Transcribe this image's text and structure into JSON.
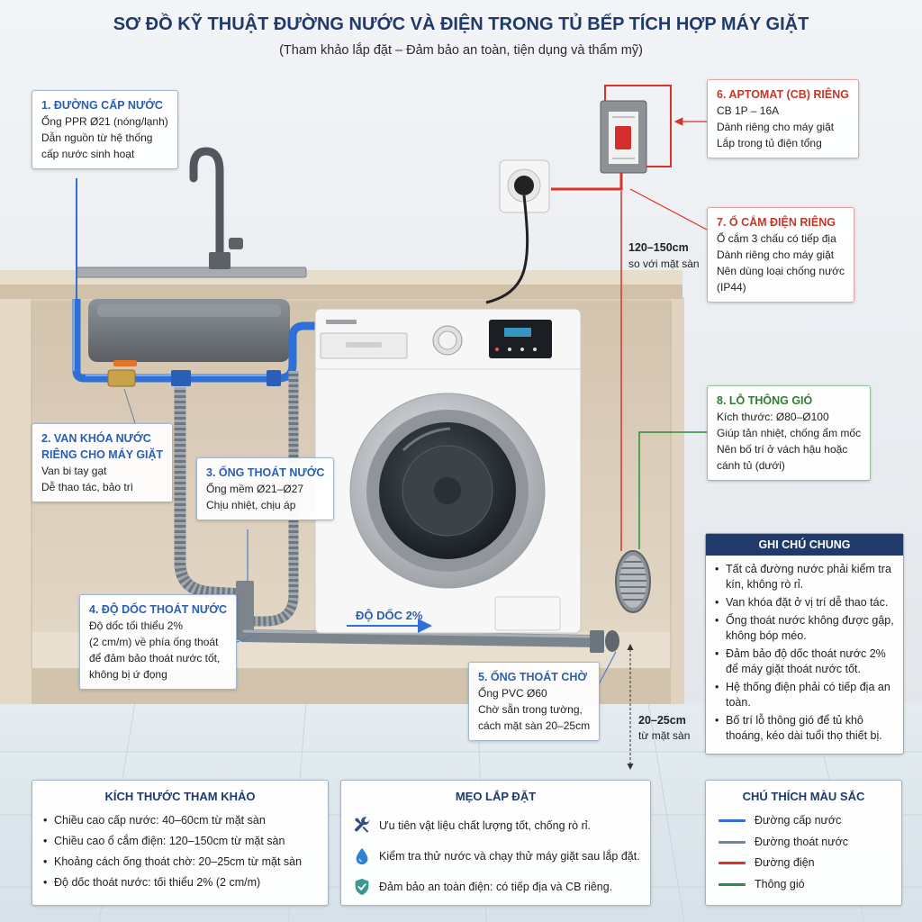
{
  "title": "SƠ ĐỒ KỸ THUẬT ĐƯỜNG NƯỚC VÀ ĐIỆN TRONG TỦ BẾP TÍCH HỢP MÁY GIẶT",
  "subtitle": "(Tham khảo lắp đặt – Đảm bảo an toàn, tiện dụng và thẩm mỹ)",
  "callouts": {
    "water_supply": {
      "title": "1. ĐƯỜNG CẤP NƯỚC",
      "lines": [
        "Ống PPR Ø21 (nóng/lạnh)",
        "Dẫn nguồn từ hệ thống",
        "cấp nước sinh hoạt"
      ]
    },
    "valve": {
      "title_lines": [
        "2. VAN KHÓA NƯỚC",
        "RIÊNG CHO MÁY GIẶT"
      ],
      "lines": [
        "Van bi tay gạt",
        "Dễ thao tác, bảo trì"
      ]
    },
    "drain_hose": {
      "title": "3. ỐNG THOÁT NƯỚC",
      "lines": [
        "Ống mềm Ø21–Ø27",
        "Chịu nhiệt, chịu áp"
      ]
    },
    "slope": {
      "title": "4. ĐỘ DỐC THOÁT NƯỚC",
      "lines": [
        "Độ dốc tối thiểu 2%",
        "(2 cm/m) về phía ống thoát",
        "để đảm bảo thoát nước tốt,",
        "không bị ứ đọng"
      ]
    },
    "standby_drain": {
      "title": "5. ỐNG THOÁT CHỜ",
      "lines": [
        "Ống PVC Ø60",
        "Chờ sẵn trong tường,",
        "cách mặt sàn 20–25cm"
      ]
    },
    "breaker": {
      "title": "6. APTOMAT (CB) RIÊNG",
      "lines": [
        "CB 1P – 16A",
        "Dành riêng cho máy giặt",
        "Lắp trong tủ điện tổng"
      ]
    },
    "socket": {
      "title": "7. Ổ CẮM ĐIỆN RIÊNG",
      "lines": [
        "Ổ cắm 3 chấu có tiếp địa",
        "Dành riêng cho máy giặt",
        "Nên dùng loại chống nước",
        "(IP44)"
      ]
    },
    "vent": {
      "title": "8. LỖ THÔNG GIÓ",
      "lines": [
        "Kích thước: Ø80–Ø100",
        "Giúp tản nhiệt, chống ẩm mốc",
        "Nên bố trí ở vách hậu hoặc",
        "cánh tủ (dưới)"
      ]
    }
  },
  "dimensions": {
    "socket_height": "120–150cm",
    "socket_height_ref": "so với mặt sàn",
    "drain_height": "20–25cm",
    "drain_height_ref": "từ mặt sàn",
    "slope_label": "ĐỘ DỐC 2%"
  },
  "general_notes": {
    "title": "GHI CHÚ CHUNG",
    "items": [
      "Tất cả đường nước phải kiểm tra kín, không rò rỉ.",
      "Van khóa đặt ở vị trí dễ thao tác.",
      "Ống thoát nước không được gập, không bóp méo.",
      "Đảm bảo độ dốc thoát nước 2% để máy giặt thoát nước tốt.",
      "Hệ thống điện phải có tiếp địa an toàn.",
      "Bố trí lỗ thông gió để tủ khô thoáng, kéo dài tuổi thọ thiết bị."
    ]
  },
  "reference_sizes": {
    "title": "KÍCH THƯỚC THAM KHẢO",
    "items": [
      "Chiều cao cấp nước: 40–60cm từ mặt sàn",
      "Chiều cao ổ cắm điện: 120–150cm từ mặt sàn",
      "Khoảng cách ống thoát chờ: 20–25cm từ mặt sàn",
      "Độ dốc thoát nước: tối thiểu 2% (2 cm/m)"
    ]
  },
  "tips": {
    "title": "MẸO LẮP ĐẶT",
    "items": [
      {
        "icon": "wrench-icon",
        "text": "Ưu tiên vật liệu chất lượng tốt, chống rò rỉ."
      },
      {
        "icon": "water-drop-icon",
        "text": "Kiểm tra thử nước và chạy thử máy giặt sau lắp đặt."
      },
      {
        "icon": "shield-check-icon",
        "text": "Đảm bảo an toàn điện: có tiếp địa và CB riêng."
      }
    ]
  },
  "legend": {
    "title": "CHÚ THÍCH MÀU SẮC",
    "items": [
      {
        "color": "#2f6fd6",
        "label": "Đường cấp nước"
      },
      {
        "color": "#7a828c",
        "label": "Đường thoát nước"
      },
      {
        "color": "#d9342b",
        "label": "Đường điện"
      },
      {
        "color": "#2e8b3e",
        "label": "Thông gió"
      }
    ]
  }
}
